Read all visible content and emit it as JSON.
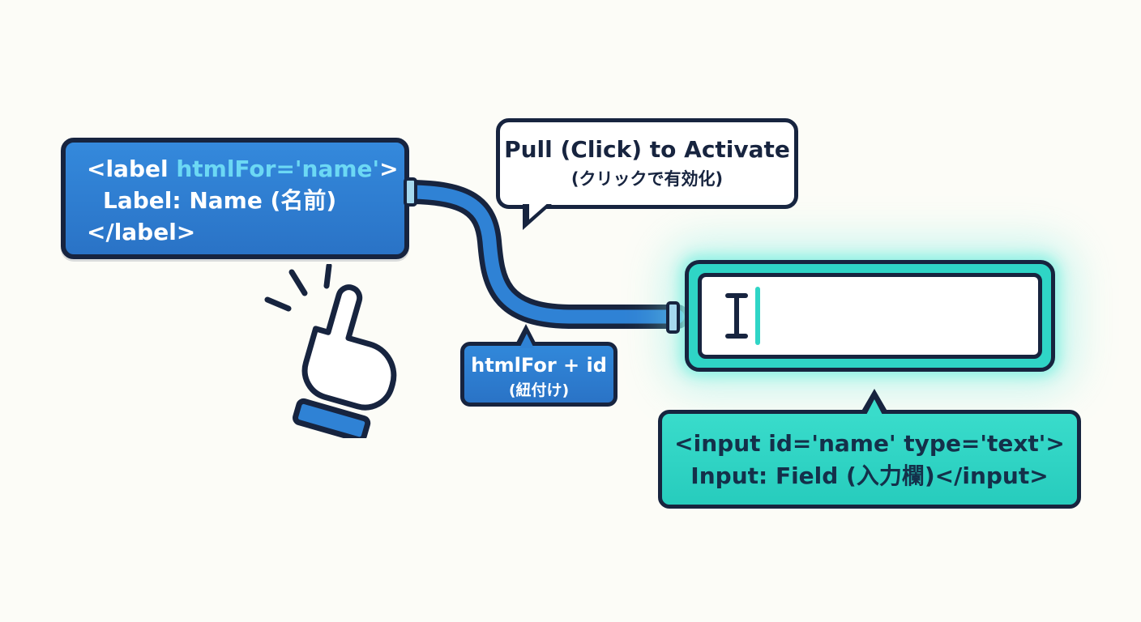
{
  "colors": {
    "blue": "#2b7ace",
    "navy": "#17243f",
    "cyan_attr": "#6cd8f4",
    "teal": "#2fd5c6",
    "teal_glow": "#8cf0e4",
    "plug_light_blue": "#a5d8ee",
    "background": "#fcfcf7"
  },
  "label_box": {
    "open_prefix": "<label ",
    "attr": "htmlFor='name'",
    "open_suffix": ">",
    "line2": "Label: Name (名前)",
    "line3": "</label>"
  },
  "tooltip": {
    "line1": "Pull (Click) to Activate",
    "line2": "(クリックで有効化)"
  },
  "link_badge": {
    "line1": "htmlFor + id",
    "line2": "(紐付け)"
  },
  "input_code_box": {
    "line1": "<input id='name' type='text'>",
    "line2": "Input: Field (入力欄)</input>"
  }
}
